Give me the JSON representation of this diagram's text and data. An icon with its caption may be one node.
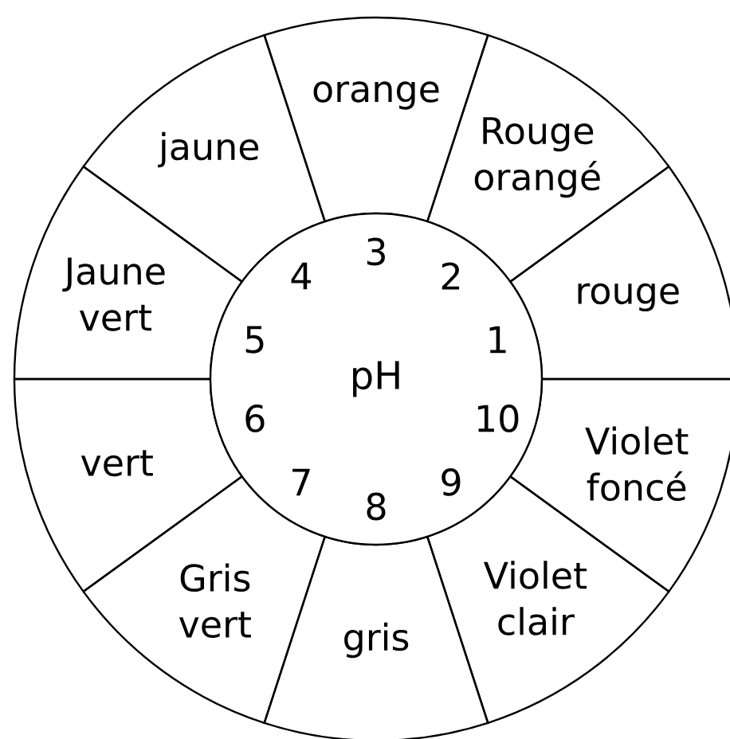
{
  "diagram": {
    "nodes": [
      {
        "text": [
          "orange"
        ]
      },
      {
        "text": [
          "Rouge orangé"
        ]
      },
      {
        "text": [
          "rouge"
        ]
      },
      {
        "text": [
          "Violet foncé"
        ]
      },
      {
        "text": [
          "Violet clair"
        ]
      },
      {
        "text": [
          "gris"
        ]
      },
      {
        "text": [
          "Gris vert"
        ]
      },
      {
        "text": [
          "vert"
        ]
      },
      {
        "text": [
          "Jaune vert"
        ]
      },
      {
        "text": [
          "jaune"
        ]
      },
      {
        "text": [
          "pH"
        ]
      }
    ],
    "labels": [
      "3",
      "4",
      "2",
      "5",
      "1",
      "10",
      "6",
      "9",
      "7",
      "8"
    ]
  }
}
